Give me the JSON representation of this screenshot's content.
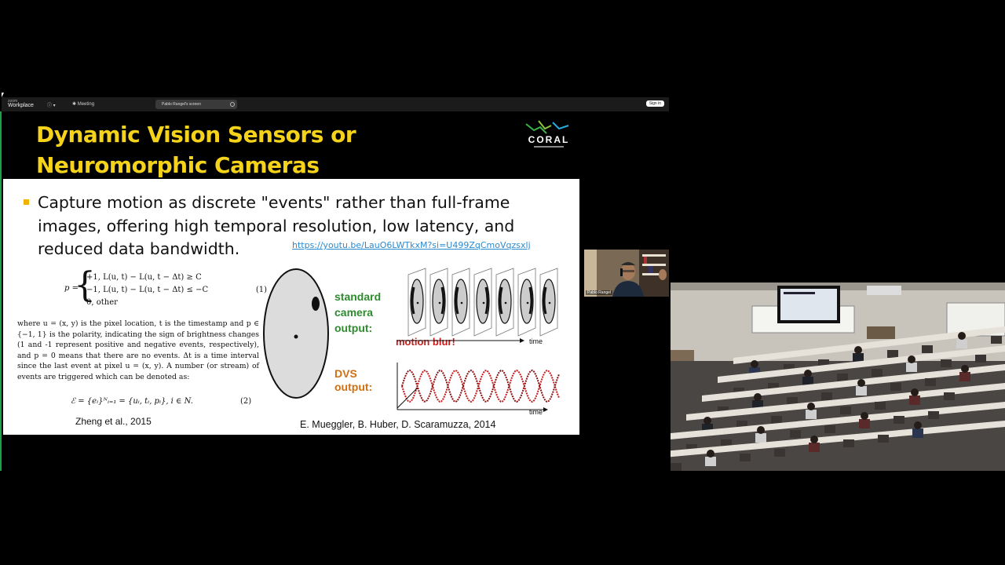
{
  "zoom": {
    "logo_line1": "zoom",
    "logo_line2": "Workplace",
    "meeting_label": "Meeting",
    "sharing_label": "Pablo Rangel's screen",
    "signin_label": "Sign in"
  },
  "slide": {
    "title": "Dynamic Vision Sensors or Neuromorphic Cameras",
    "logo_text": "CORAL",
    "bullet": "Capture motion as discrete \"events\" rather than full-frame images, offering high temporal resolution, low latency, and reduced data bandwidth.",
    "link": "https://youtu.be/LauO6LWTkxM?si=U499ZqCmoVqzsxlj",
    "equation": {
      "lhs": "p =",
      "lines": [
        "+1, L(u, t) − L(u, t − Δt) ≥ C",
        "−1, L(u, t) − L(u, t − Δt) ≤ −C",
        "0, other"
      ],
      "number": "(1)"
    },
    "description": "where u = (x, y) is the pixel location, t is the timestamp and p ∈ {−1, 1} is the polarity, indicating the sign of brightness changes (1 and -1 represent positive and negative events, respectively), and p = 0 means that there are no events. Δt is a time interval since the last event at pixel u = (x, y). A number (or stream) of events are triggered which can be denoted as:",
    "equation2": "ℰ = {eᵢ}ᴺᵢ₌₁ = {uᵢ, tᵢ, pᵢ}, i ∈ N.",
    "equation2_number": "(2)",
    "citation_left": "Zheng et al., 2015",
    "citation_right": "E. Mueggler, B. Huber, D. Scaramuzza, 2014",
    "figure": {
      "standard_label": "standard camera output:",
      "blur_label": "motion blur!",
      "dvs_label": "DVS output:",
      "time_label": "time"
    }
  },
  "speaker": {
    "name": "Pablo Rangel"
  },
  "colors": {
    "title": "#f5d31b",
    "bullet": "#f2b300",
    "link": "#2a8ad0",
    "standard": "#2e8b2e",
    "blur": "#c81a1a",
    "dvs": "#d07010"
  }
}
